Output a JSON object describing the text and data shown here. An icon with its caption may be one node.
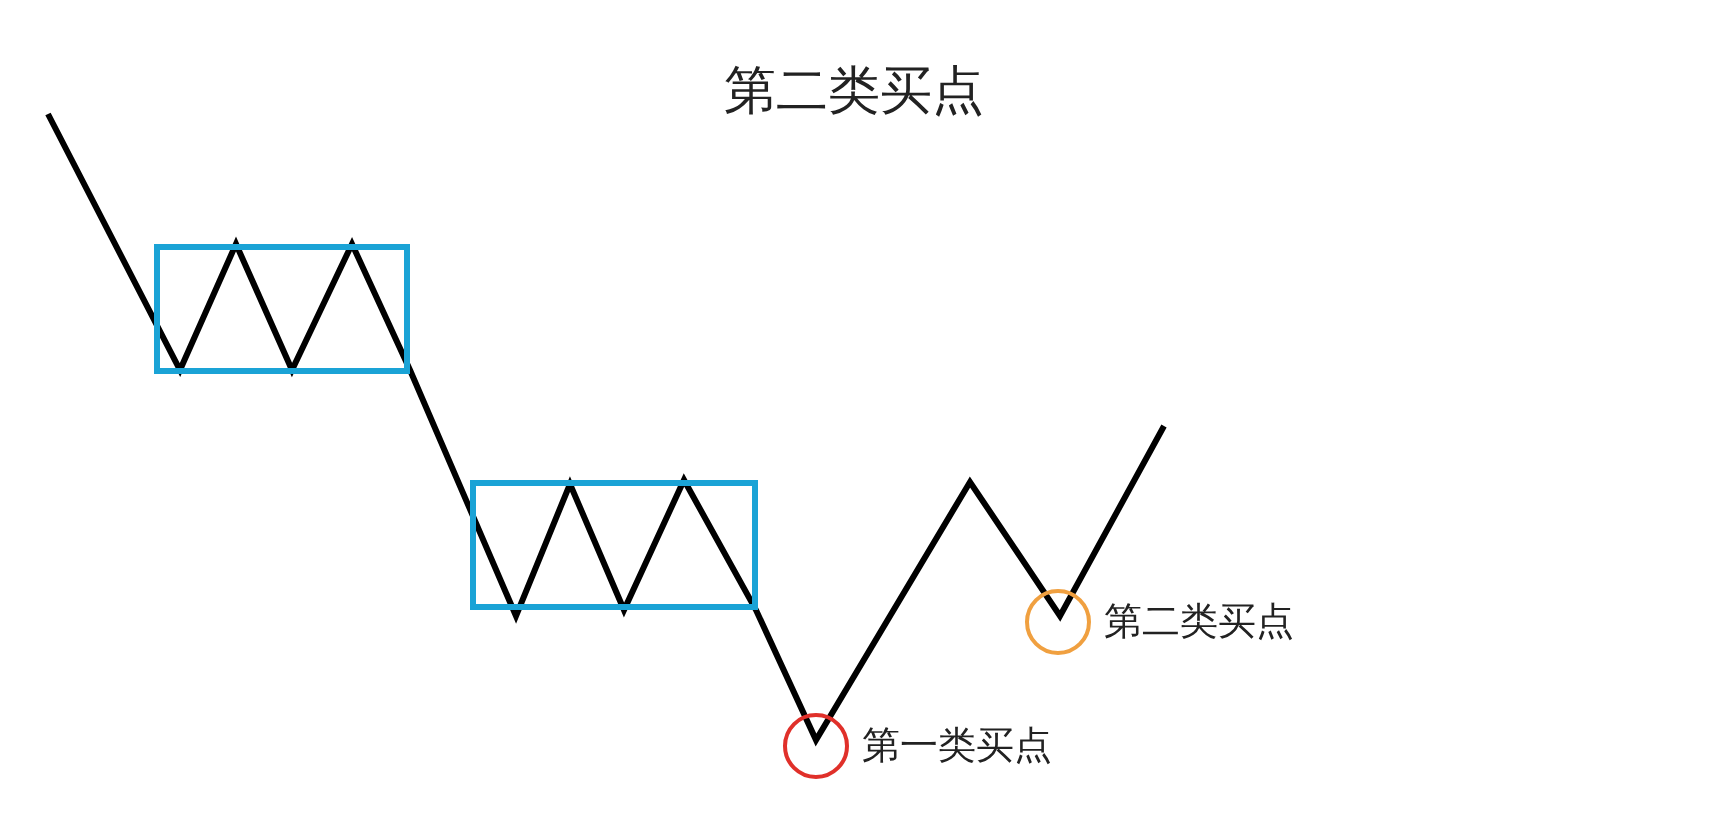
{
  "diagram": {
    "title": "第二类买点",
    "nodes": [
      {
        "text": [],
        "shape": "box"
      },
      {
        "text": [],
        "shape": "box"
      },
      {
        "text": [],
        "shape": "circle",
        "beside": [
          "第一类买点"
        ]
      },
      {
        "text": [],
        "shape": "circle",
        "beside": [
          "第二类买点"
        ]
      }
    ]
  }
}
